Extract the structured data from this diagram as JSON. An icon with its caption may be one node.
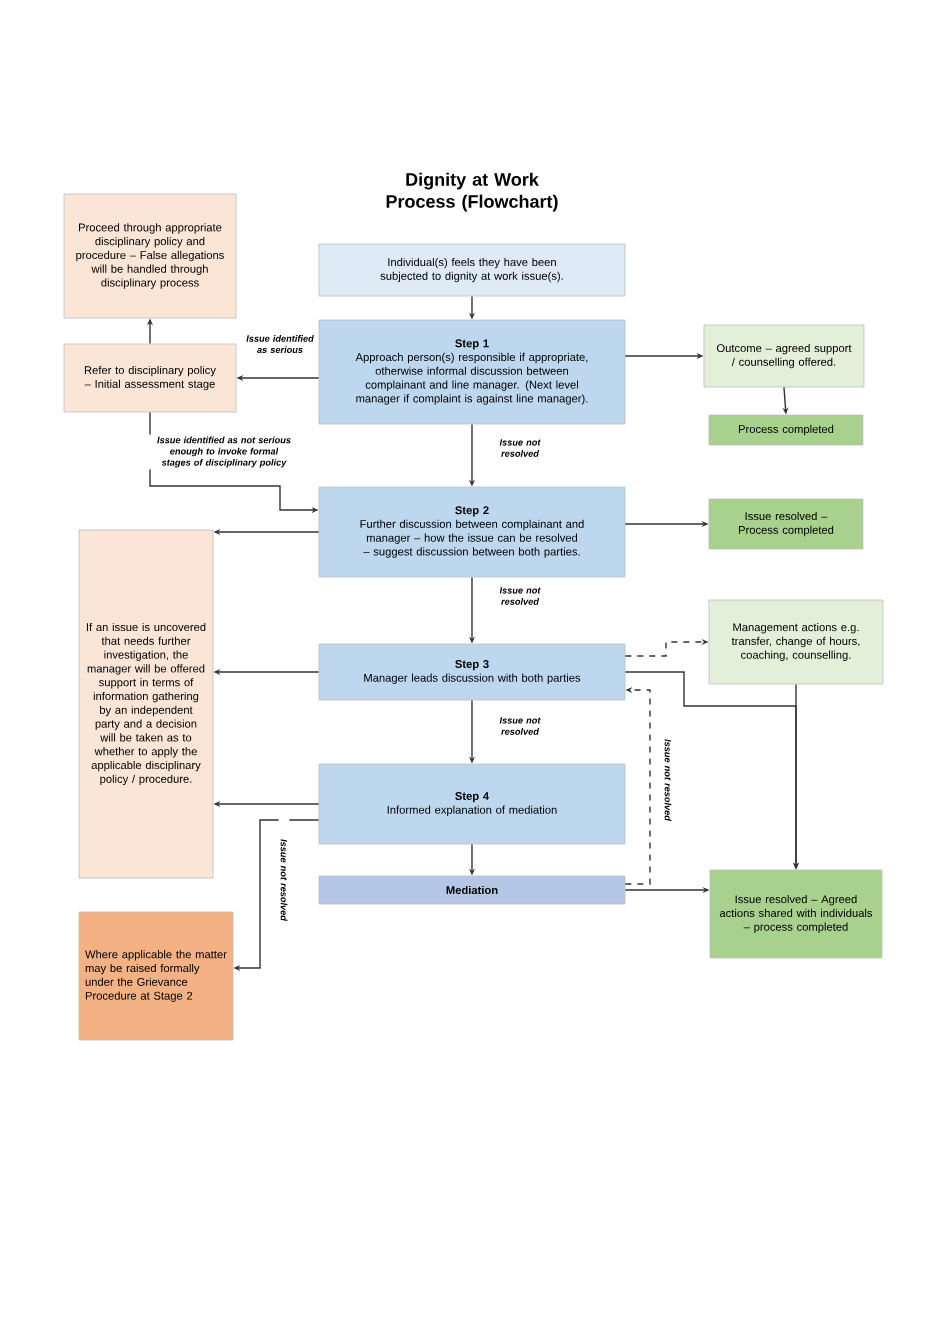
{
  "diagram": {
    "title": "Dignity at Work Process (Flowchart)",
    "nodes": [
      {
        "text": [
          "Proceed through appropriate disciplinary policy and procedure – False allegations will be handled through disciplinary process"
        ]
      },
      {
        "text": [
          "Refer to disciplinary policy – Initial assessment stage"
        ]
      },
      {
        "text": [
          "Individual(s) feels they have been subjected to dignity at work issue(s)."
        ]
      },
      {
        "text": [
          "Step 1",
          "Approach person(s) responsible if appropriate, otherwise informal discussion between complainant and line manager. (Next level manager if complaint is against line manager)."
        ]
      },
      {
        "text": [
          "Outcome – agreed support / counselling offered."
        ]
      },
      {
        "text": [
          "Process completed"
        ]
      },
      {
        "text": [
          "Step 2",
          "Further discussion between complainant and manager – how the issue can be resolved – suggest discussion between both parties."
        ]
      },
      {
        "text": [
          "Issue resolved – Process completed"
        ]
      },
      {
        "text": [
          "If an issue is uncovered that needs further investigation, the manager will be offered support in terms of information gathering by an independent party and a decision will be taken as to whether to apply the applicable disciplinary policy / procedure."
        ]
      },
      {
        "text": [
          "Management actions e.g. transfer, change of hours, coaching, counselling."
        ]
      },
      {
        "text": [
          "Step 3",
          "Manager leads discussion with both parties"
        ]
      },
      {
        "text": [
          "Step 4",
          "Informed explanation of mediation"
        ]
      },
      {
        "text": [
          "Mediation"
        ]
      },
      {
        "text": [
          "Issue resolved – Agreed actions shared with individuals – process completed"
        ]
      },
      {
        "text": [
          "Where applicable the matter may be raised formally under the Grievance Procedure at Stage 2"
        ]
      }
    ],
    "edges": [
      {
        "from": 2,
        "to": 3,
        "arrow": "to"
      },
      {
        "from": 3,
        "to": 1,
        "arrow": "to",
        "label": "Issue identified as serious"
      },
      {
        "from": 1,
        "to": 0,
        "arrow": "to"
      },
      {
        "from": 3,
        "to": 4,
        "arrow": "to"
      },
      {
        "from": 4,
        "to": 5,
        "arrow": "to"
      },
      {
        "from": 3,
        "to": 6,
        "arrow": "to",
        "label": "Issue not resolved"
      },
      {
        "from": 1,
        "to": 6,
        "arrow": "to",
        "label": "Issue identified as not serious enough to invoke formal stages of disciplinary policy"
      },
      {
        "from": 6,
        "to": 7,
        "arrow": "to"
      },
      {
        "from": 6,
        "to": 8,
        "arrow": "to"
      },
      {
        "from": 6,
        "to": 10,
        "arrow": "to",
        "label": "Issue not resolved"
      },
      {
        "from": 10,
        "to": 8,
        "arrow": "to"
      },
      {
        "from": 10,
        "to": 9,
        "arrow": "to",
        "style": "dashed"
      },
      {
        "from": 10,
        "to": 13,
        "arrow": "to"
      },
      {
        "from": 9,
        "to": 13,
        "arrow": "to"
      },
      {
        "from": 10,
        "to": 11,
        "arrow": "to",
        "label": "Issue not resolved"
      },
      {
        "from": 11,
        "to": 8,
        "arrow": "to"
      },
      {
        "from": 11,
        "to": 14,
        "arrow": "to",
        "label": "Issue not resolved"
      },
      {
        "from": 11,
        "to": 12,
        "arrow": "to"
      },
      {
        "from": 12,
        "to": 13,
        "arrow": "to"
      },
      {
        "from": 12,
        "to": 10,
        "arrow": "to",
        "style": "dashed",
        "label": "Issue not resolved"
      }
    ]
  }
}
